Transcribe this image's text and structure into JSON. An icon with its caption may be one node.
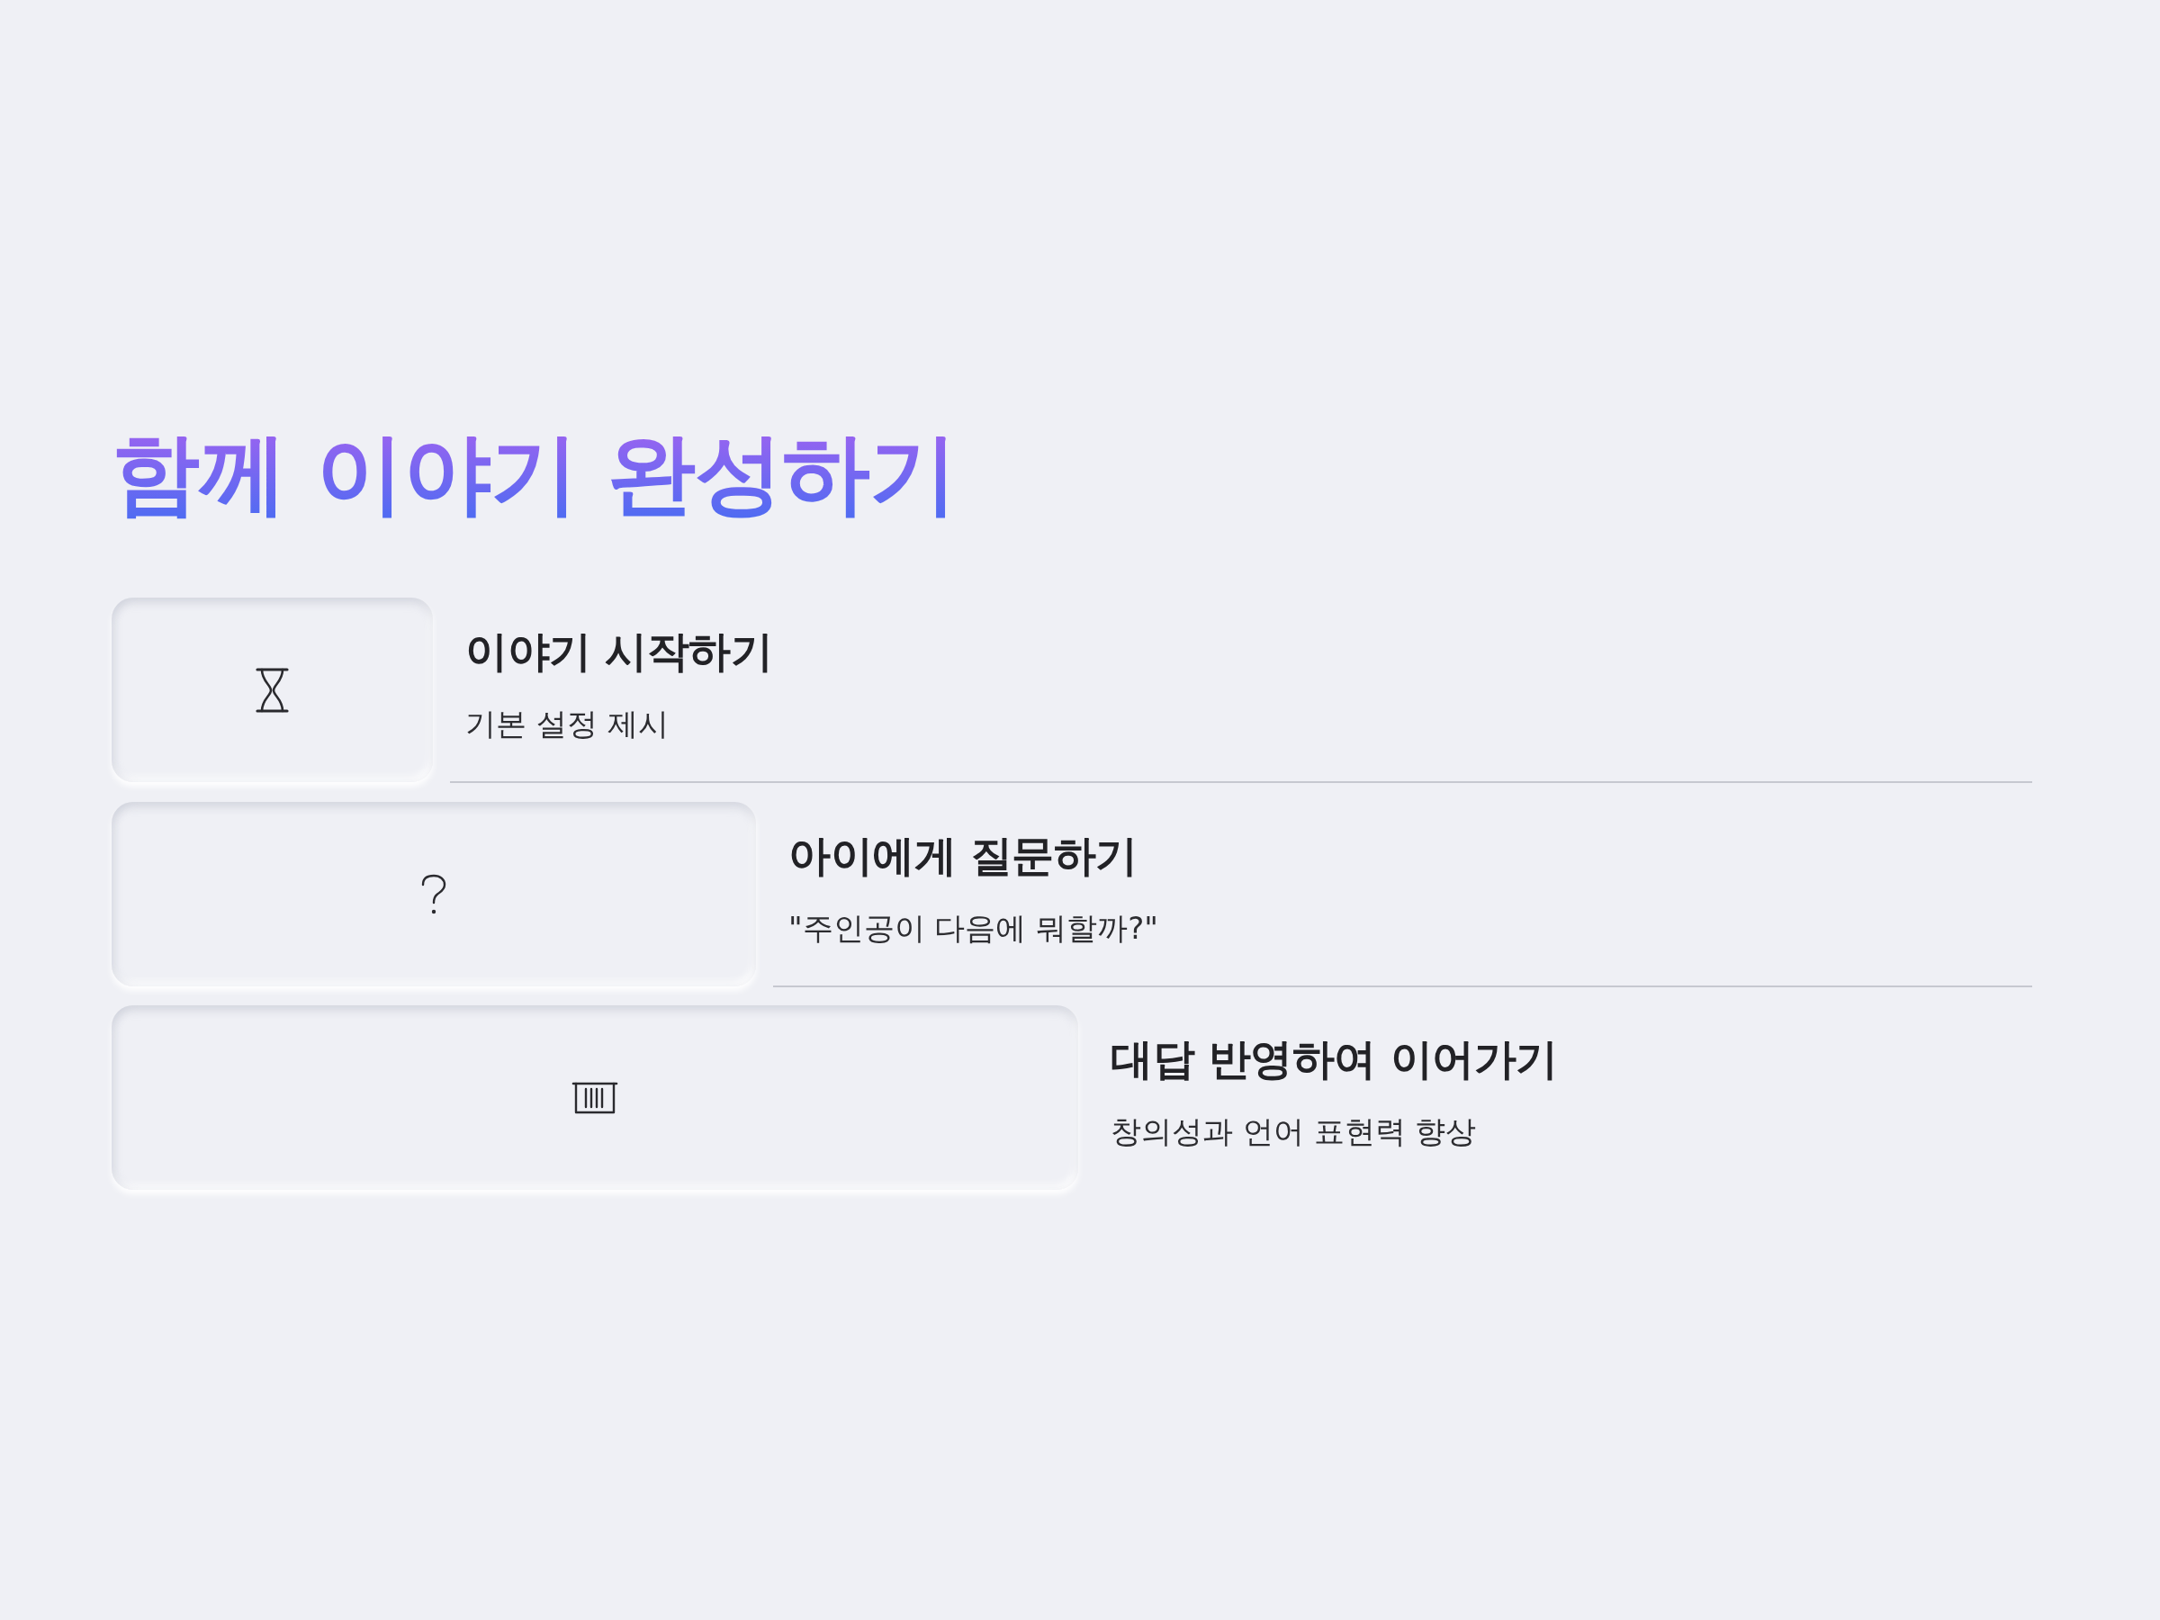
{
  "diagram": {
    "title": "함께 이야기 완성하기",
    "nodes": [
      {
        "text": [
          "이야기 시작하기",
          "기본 설정 제시"
        ]
      },
      {
        "text": [
          "아이에게 질문하기",
          "\"주인공이 다음에 뭐할까?\""
        ]
      },
      {
        "text": [
          "대답 반영하여 이어가기",
          "창의성과 언어 표현력 향상"
        ]
      }
    ]
  }
}
